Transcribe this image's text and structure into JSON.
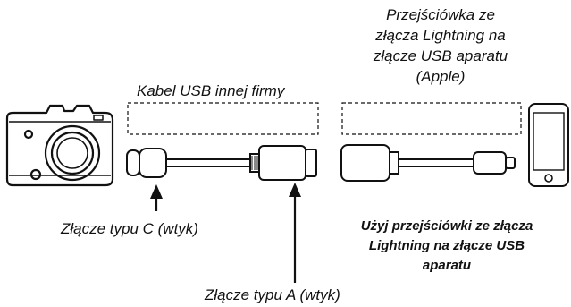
{
  "labels": {
    "adapter": [
      "Przejściówka ze",
      "złącza Lightning na",
      "złącze USB aparatu",
      "(Apple)"
    ],
    "third_party_cable": "Kabel USB innej firmy",
    "type_c": "Złącze typu C (wtyk)",
    "type_a": "Złącze typu A (wtyk)"
  },
  "note": [
    "Użyj przejściówki ze złącza",
    "Lightning na złącze USB",
    "aparatu"
  ],
  "icons": {
    "camera": "camera-icon",
    "smartphone": "smartphone-icon",
    "cable": "usb-cable-icon",
    "adapter": "lightning-adapter-icon"
  }
}
